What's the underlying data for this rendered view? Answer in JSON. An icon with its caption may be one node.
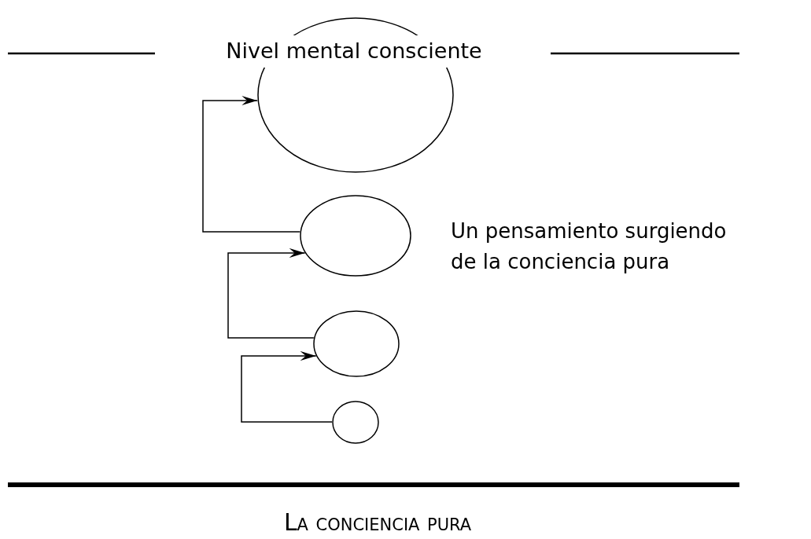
{
  "diagram": {
    "nodes": [
      {
        "text": [],
        "shape": "circle"
      },
      {
        "text": [],
        "shape": "circle"
      },
      {
        "text": [],
        "shape": "circle"
      },
      {
        "text": [],
        "shape": "circle"
      }
    ],
    "edges": [
      {
        "from": 1,
        "to": 0,
        "arrow": "to"
      },
      {
        "from": 2,
        "to": 1,
        "arrow": "to"
      },
      {
        "from": 3,
        "to": 2,
        "arrow": "to"
      }
    ],
    "labels": [
      "Nivel mental consciente",
      "Un pensamiento surgiendo de la conciencia pura",
      "La conciencia pura"
    ]
  }
}
